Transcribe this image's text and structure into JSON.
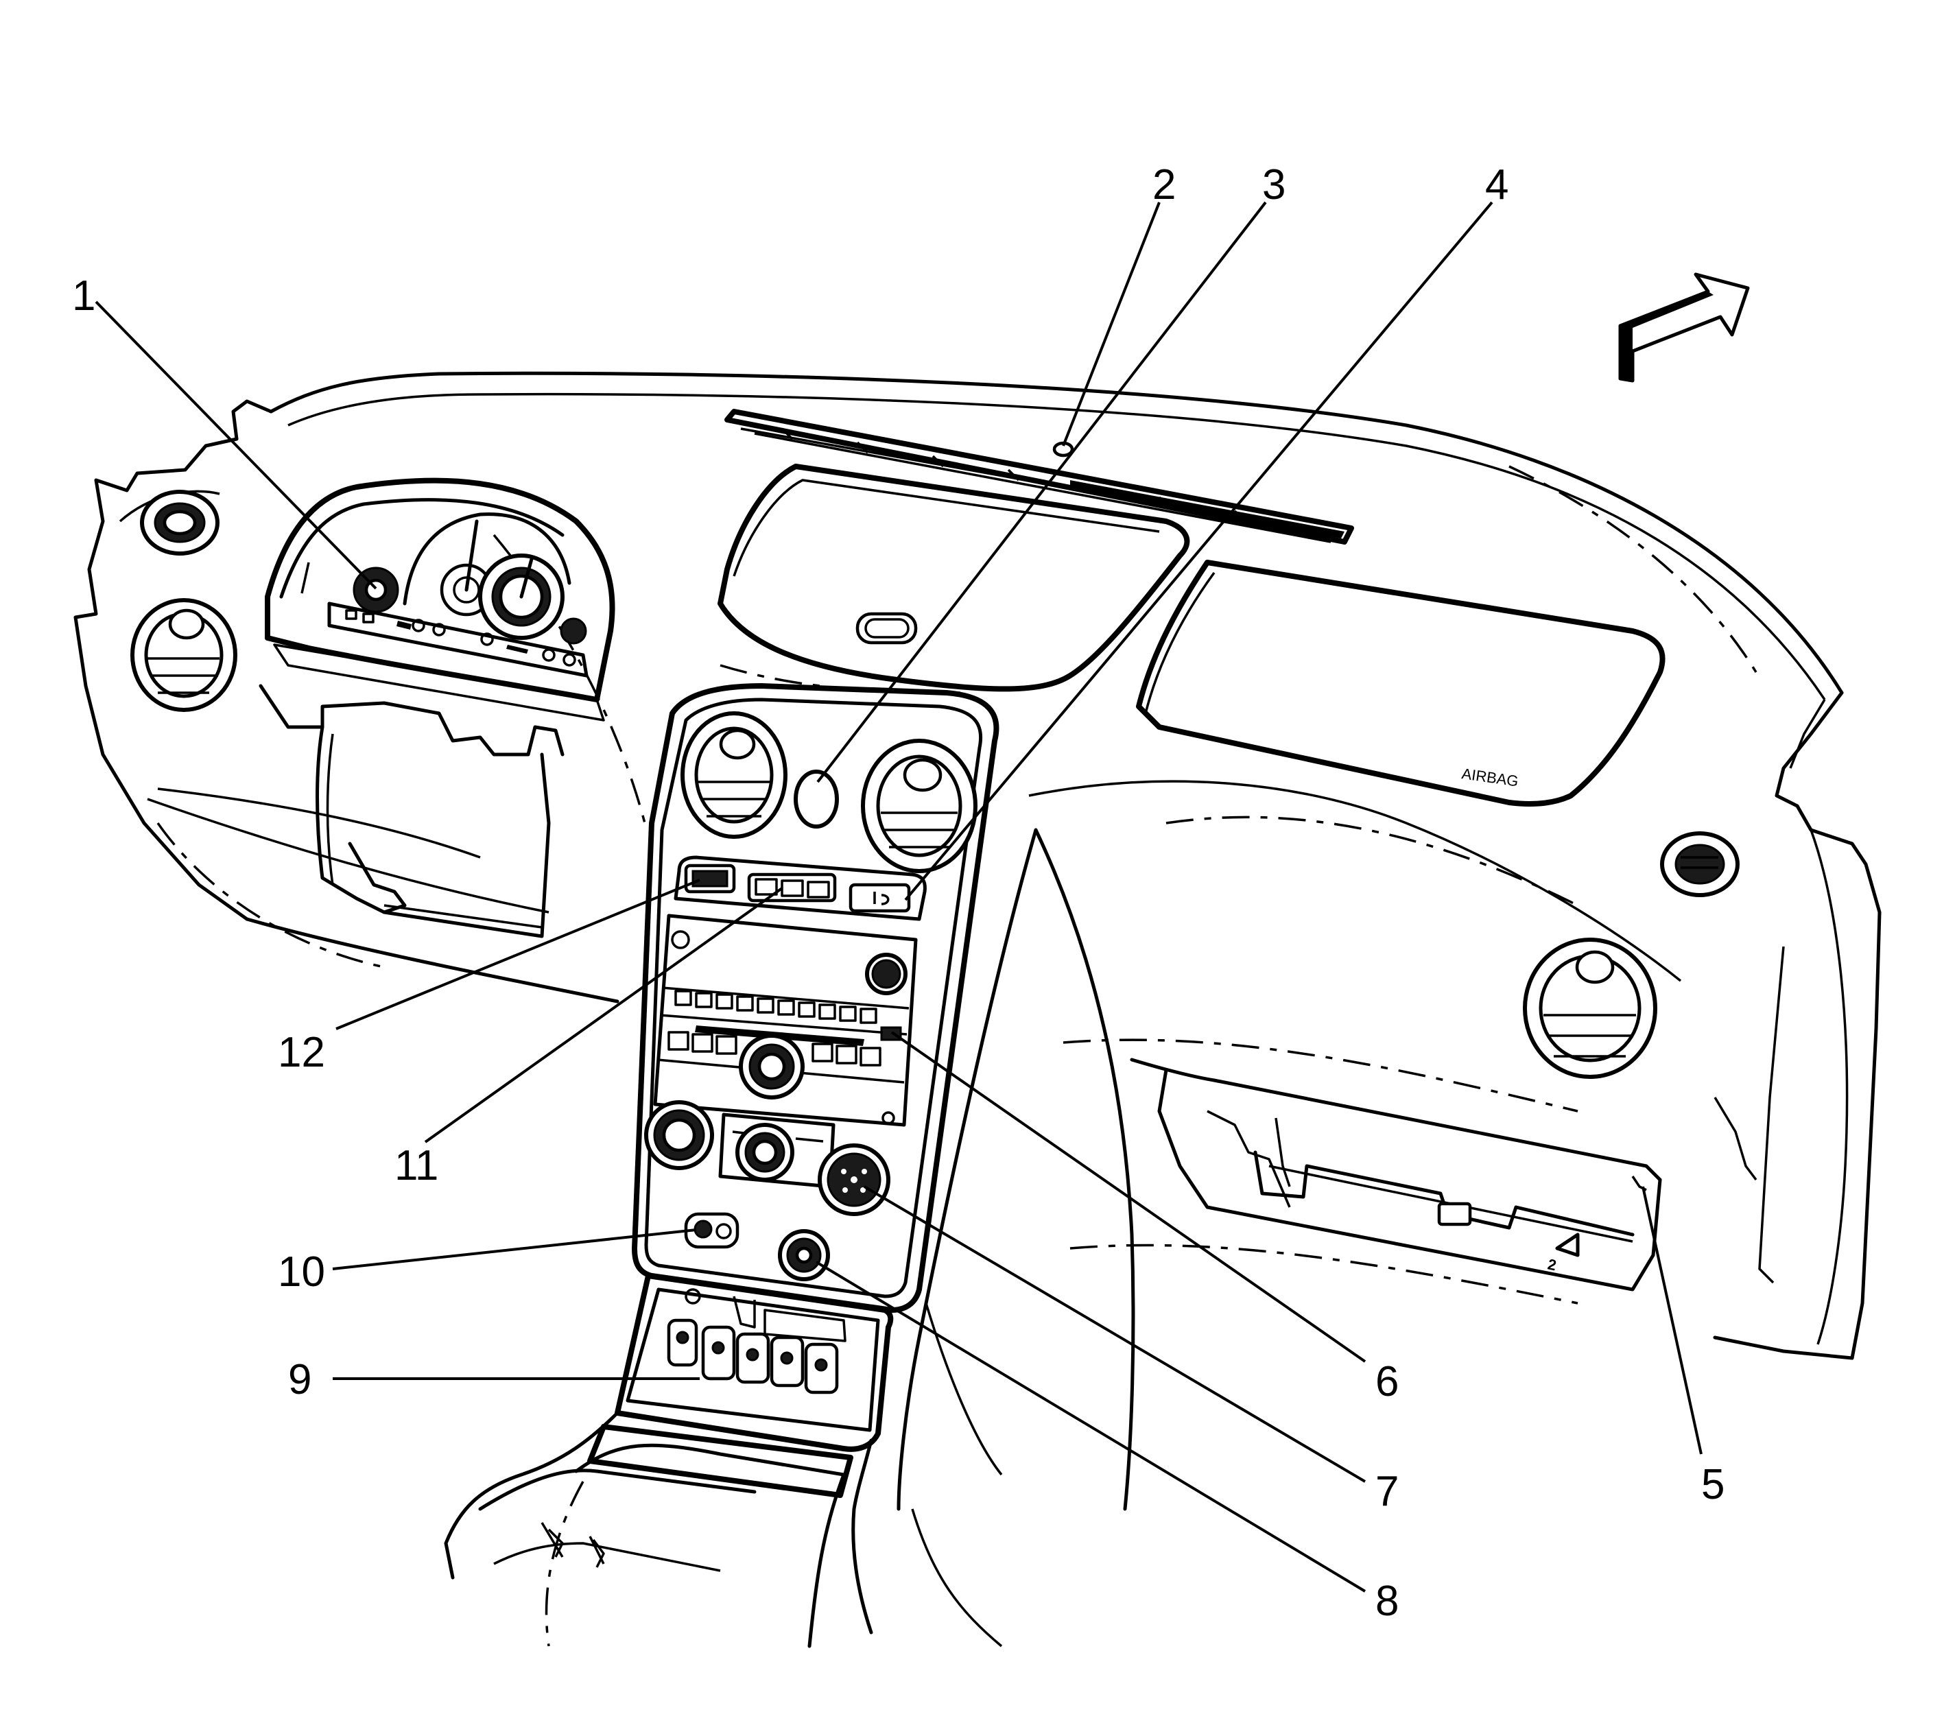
{
  "callouts": [
    {
      "id": "1",
      "label": "1"
    },
    {
      "id": "2",
      "label": "2"
    },
    {
      "id": "3",
      "label": "3"
    },
    {
      "id": "4",
      "label": "4"
    },
    {
      "id": "5",
      "label": "5"
    },
    {
      "id": "6",
      "label": "6"
    },
    {
      "id": "7",
      "label": "7"
    },
    {
      "id": "8",
      "label": "8"
    },
    {
      "id": "9",
      "label": "9"
    },
    {
      "id": "10",
      "label": "10"
    },
    {
      "id": "11",
      "label": "11"
    },
    {
      "id": "12",
      "label": "12"
    }
  ],
  "icons": {
    "direction_arrow": "forward-arrow-icon"
  },
  "colors": {
    "line": "#000000",
    "background": "#ffffff"
  }
}
